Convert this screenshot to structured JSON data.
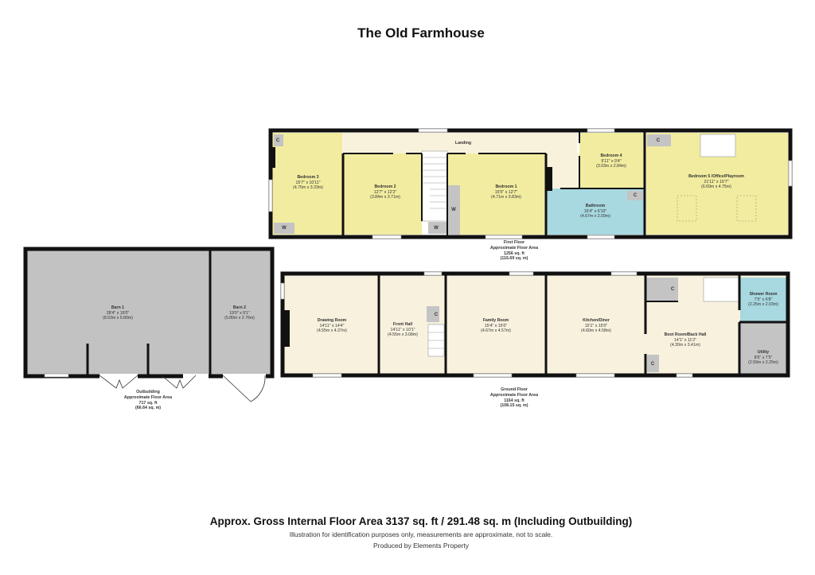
{
  "title": "The Old Farmhouse",
  "colors": {
    "bedroom_yellow": "#f2eca0",
    "landing_cream": "#f8f2dc",
    "ground_cream": "#f7f1de",
    "bathroom_blue": "#a8d8e0",
    "cupboard_grey": "#c4c4c4",
    "barn_grey": "#c2c2c2",
    "wall_black": "#111111"
  },
  "first_floor": {
    "label": "First Floor",
    "area_title": "Approximate Floor Area",
    "area_sqft": "1256 sq. ft",
    "area_sqm": "(116.69 sq. m)",
    "rooms": [
      {
        "name": "Landing",
        "imperial": "",
        "metric": ""
      },
      {
        "name": "Bedroom 3",
        "imperial": "15'7\" x 10'11\"",
        "metric": "(4.75m x 3.33m)"
      },
      {
        "name": "Bedroom 2",
        "imperial": "12'7\" x 12'2\"",
        "metric": "(3.84m x 3.71m)"
      },
      {
        "name": "Bedroom 1",
        "imperial": "15'5\" x 12'7\"",
        "metric": "(4.71m x 3.83m)"
      },
      {
        "name": "Bedroom 4",
        "imperial": "9'11\" x 9'4\"",
        "metric": "(3.03m x 2.84m)"
      },
      {
        "name": "Bathroom",
        "imperial": "15'4\" x 6'10\"",
        "metric": "(4.67m x 2.09m)"
      },
      {
        "name": "Bedroom 5 /Office/Playroom",
        "imperial": "21'11\" x 15'7\"",
        "metric": "(6.69m x 4.75m)"
      }
    ],
    "tags": {
      "cupboard": "C",
      "wardrobe": "W"
    }
  },
  "ground_floor": {
    "label": "Ground Floor",
    "area_title": "Approximate Floor Area",
    "area_sqft": "1164 sq. ft",
    "area_sqm": "(108.15 sq. m)",
    "rooms": [
      {
        "name": "Drawing Room",
        "imperial": "14'11\" x 14'4\"",
        "metric": "(4.55m x 4.37m)"
      },
      {
        "name": "Front Hall",
        "imperial": "14'11\" x 10'1\"",
        "metric": "(4.55m x 3.08m)"
      },
      {
        "name": "Family Room",
        "imperial": "15'4\" x 15'0\"",
        "metric": "(4.67m x 4.57m)"
      },
      {
        "name": "Kitchen/Diner",
        "imperial": "15'1\" x 15'0\"",
        "metric": "(4.60m x 4.58m)"
      },
      {
        "name": "Boot Room/Back Hall",
        "imperial": "14'1\" x 11'2\"",
        "metric": "(4.30m x 3.41m)"
      },
      {
        "name": "Shower Room",
        "imperial": "7'5\" x 6'8\"",
        "metric": "(2.25m x 2.03m)"
      },
      {
        "name": "Utility",
        "imperial": "8'6\" x 7'5\"",
        "metric": "(2.59m x 2.25m)"
      }
    ]
  },
  "outbuilding": {
    "label": "Outbuilding",
    "area_title": "Approximate Floor Area",
    "area_sqft": "717 sq. ft",
    "area_sqm": "(66.64 sq. m)",
    "rooms": [
      {
        "name": "Barn 1",
        "imperial": "28'4\" x 19'0\"",
        "metric": "(8.63m x 5.80m)"
      },
      {
        "name": "Barn 2",
        "imperial": "19'0\" x 9'1\"",
        "metric": "(5.80m x 2.76m)"
      }
    ]
  },
  "footer": {
    "gross_area": "Approx. Gross Internal Floor Area 3137 sq. ft / 291.48 sq. m (Including Outbuilding)",
    "disclaimer": "Illustration for identification purposes only, measurements are approximate, not to scale.",
    "producer": "Produced by Elements Property"
  }
}
